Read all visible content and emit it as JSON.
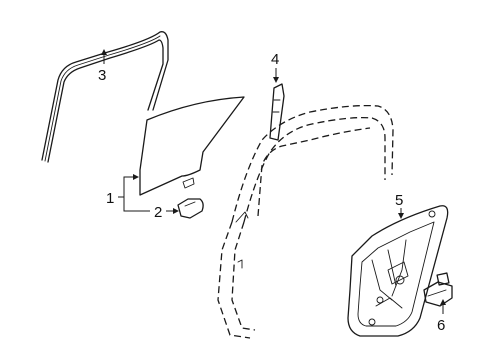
{
  "colors": {
    "line": "#1a1a1a",
    "background": "#ffffff"
  },
  "callouts": {
    "c1": "1",
    "c2": "2",
    "c3": "3",
    "c4": "4",
    "c5": "5",
    "c6": "6"
  }
}
